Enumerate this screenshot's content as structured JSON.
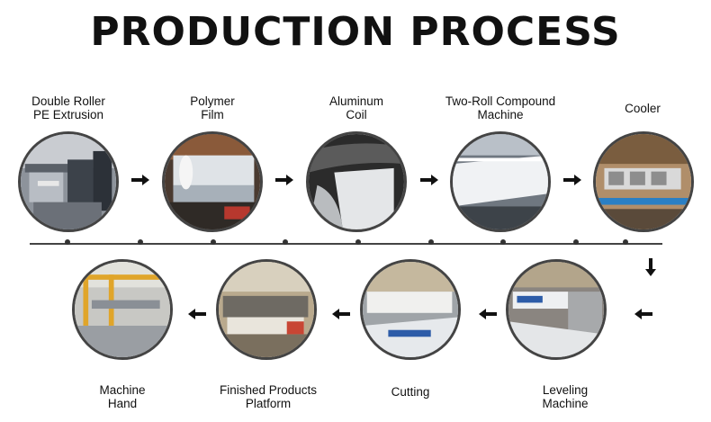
{
  "title": "PRODUCTION PROCESS",
  "top_row": [
    {
      "label_1": "Double Roller",
      "label_2": "PE Extrusion",
      "icon": "extrusion-machine-photo"
    },
    {
      "label_1": "Polymer",
      "label_2": "Film",
      "icon": "polymer-film-roll-photo"
    },
    {
      "label_1": "Aluminum",
      "label_2": "Coil",
      "icon": "aluminum-coil-photo"
    },
    {
      "label_1": "Two-Roll Compound",
      "label_2": "Machine",
      "icon": "compound-machine-photo"
    },
    {
      "label_1": "Cooler",
      "label_2": "",
      "icon": "cooler-photo"
    }
  ],
  "bottom_row": [
    {
      "label_1": "Machine",
      "label_2": "Hand",
      "icon": "machine-hand-photo"
    },
    {
      "label_1": "Finished Products",
      "label_2": "Platform",
      "icon": "finished-products-platform-photo"
    },
    {
      "label_1": "Cutting",
      "label_2": "",
      "icon": "cutting-photo"
    },
    {
      "label_1": "Leveling",
      "label_2": "Machine",
      "icon": "leveling-machine-photo"
    }
  ],
  "colors": {
    "line": "#444444",
    "arrow": "#111111",
    "text": "#111111"
  }
}
